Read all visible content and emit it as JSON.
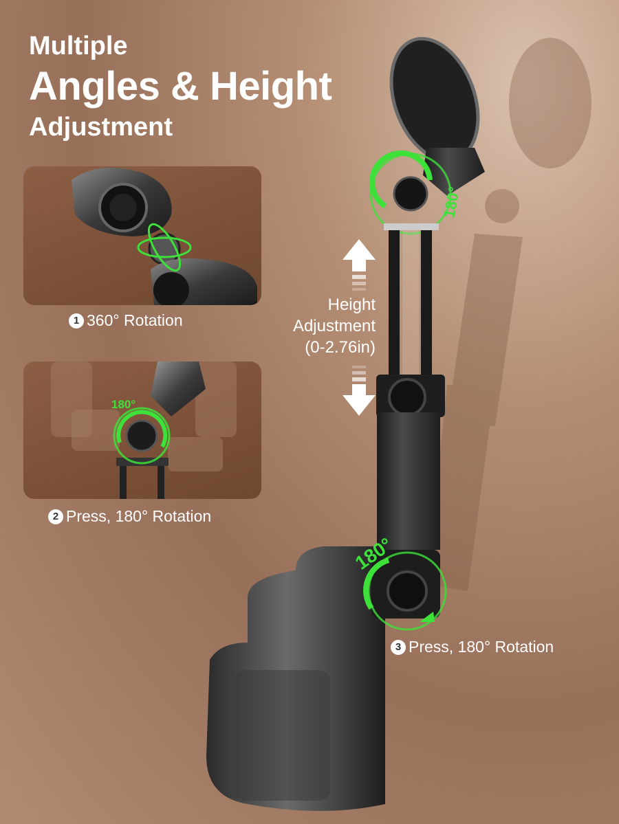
{
  "title": {
    "line1": "Multiple",
    "line2": "Angles & Height",
    "line3": "Adjustment"
  },
  "features": [
    {
      "number": "1",
      "label": "360° Rotation"
    },
    {
      "number": "2",
      "label": "Press, 180° Rotation"
    },
    {
      "number": "3",
      "label": "Press, 180° Rotation"
    }
  ],
  "height": {
    "line1": "Height",
    "line2": "Adjustment",
    "line3": "(0-2.76in)"
  },
  "callouts": {
    "top_joint": "180°",
    "panel2_joint": "180°",
    "bottom_joint": "180°"
  },
  "colors": {
    "accent_green": "#3ee03a",
    "text": "#ffffff"
  }
}
